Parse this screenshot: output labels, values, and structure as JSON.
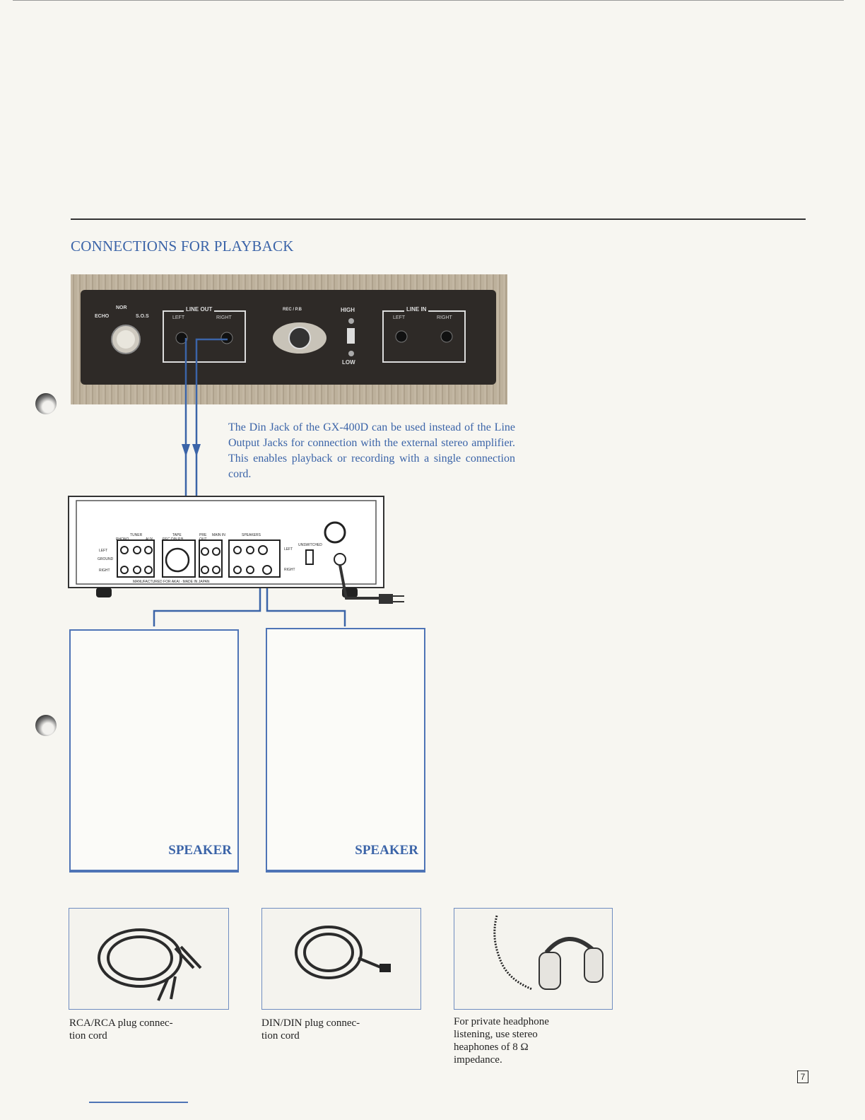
{
  "section": {
    "heading": "CONNECTIONS FOR PLAYBACK"
  },
  "description": "The Din Jack of the GX-400D can be used instead of the Line Output Jacks for connection with the external stereo amplifier. This enables playback or recording with a single connection cord.",
  "deck_panel": {
    "nor": "NOR",
    "echo": "ECHO",
    "sos": "S.O.S",
    "line_out": "LINE OUT",
    "line_out_left": "LEFT",
    "line_out_right": "RIGHT",
    "rec_pb": "REC / P.B",
    "high": "HIGH",
    "low": "LOW",
    "line_in": "LINE IN",
    "line_in_left": "LEFT",
    "line_in_right": "RIGHT"
  },
  "amplifier": {
    "tuner": "TUNER",
    "phono": "PHONO",
    "aux": "AUX",
    "tape": "TAPE",
    "rec_din_pb": "REC DIN P.B",
    "pre_out": "PRE OUT",
    "main_in": "MAIN IN",
    "speakers": "SPEAKERS",
    "left": "LEFT",
    "ground": "GROUND",
    "right": "RIGHT",
    "sp_left": "LEFT",
    "sp_right": "RIGHT",
    "unswitched": "UNSWITCHED",
    "maker": "MANUFACTURED FOR AKAI · MADE IN JAPAN"
  },
  "speakers": [
    {
      "label": "SPEAKER"
    },
    {
      "label": "SPEAKER"
    }
  ],
  "accessories": [
    {
      "caption_line1": "RCA/RCA plug connec-",
      "caption_line2": "tion cord"
    },
    {
      "caption_line1": "DIN/DIN plug connec-",
      "caption_line2": "tion cord"
    },
    {
      "caption_line1": "For private headphone",
      "caption_line2": "listening, use stereo",
      "caption_line3": "heaphones of 8 Ω",
      "caption_line4": "impedance."
    }
  ],
  "page_number": "7",
  "colors": {
    "accent": "#3b64a8",
    "panel": "#2e2a27",
    "wood": "#b7ab97"
  }
}
